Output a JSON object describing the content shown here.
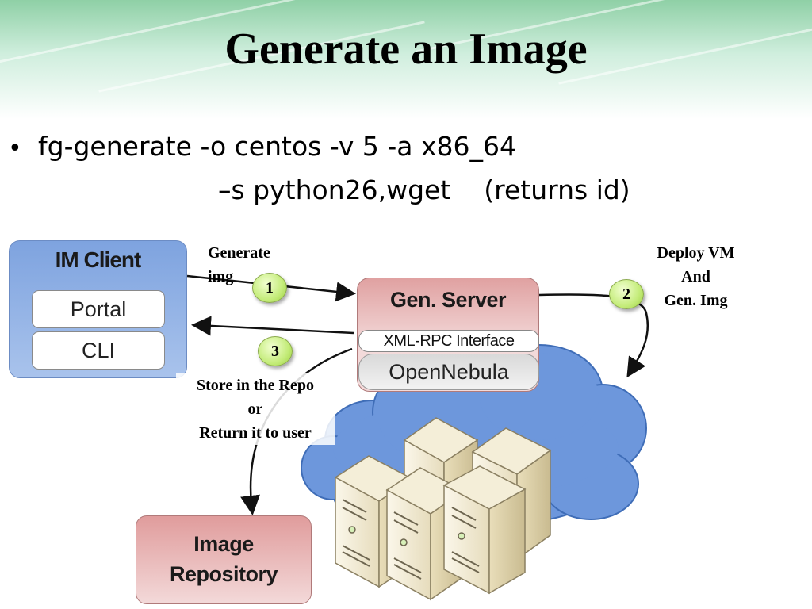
{
  "slide": {
    "title": "Generate an Image",
    "bullet_line1": "fg-generate -o centos -v 5 -a x86_64",
    "bullet_line2": "–s python26,wget    (returns id)"
  },
  "diagram": {
    "im_client": {
      "title": "IM Client",
      "portal": "Portal",
      "cli": "CLI"
    },
    "gen_server": {
      "title": "Gen. Server",
      "interface": "XML-RPC Interface",
      "backend": "OpenNebula"
    },
    "repository": {
      "line1": "Image",
      "line2": "Repository"
    },
    "labels": {
      "generate": "Generate\nimg",
      "deploy": "Deploy VM\nAnd\nGen. Img",
      "store": "Store in the Repo\nor\nReturn it to user"
    },
    "steps": [
      "1",
      "2",
      "3"
    ]
  },
  "colors": {
    "client_blue": "#7ea3df",
    "server_red": "#e0a1a1",
    "cloud_blue": "#6d97dc",
    "badge_green": "#c4ec7a"
  }
}
